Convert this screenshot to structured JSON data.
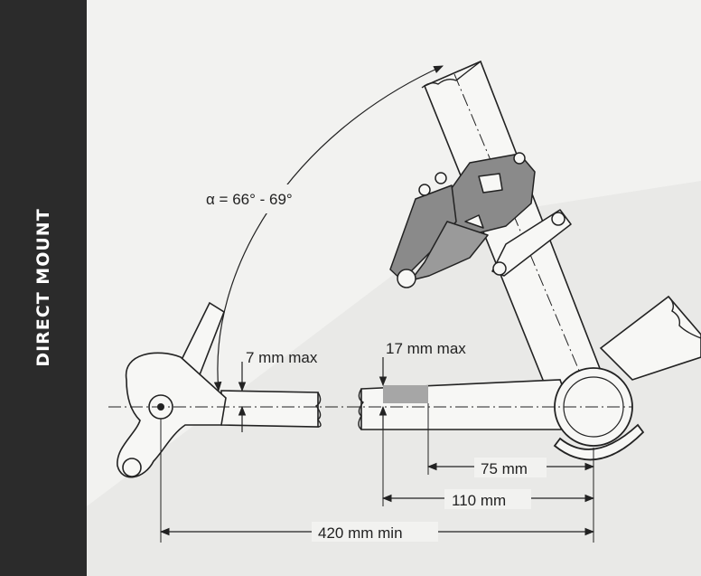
{
  "sidebar": {
    "title": "DIRECT MOUNT"
  },
  "labels": {
    "angle": "α = 66° - 69°",
    "chainstay_clearance": "7 mm max",
    "mount_width": "17 mm max",
    "dim_75": "75 mm",
    "dim_110": "110 mm",
    "dim_420": "420 mm min"
  },
  "colors": {
    "sidebar_bg": "#2b2b2b",
    "sidebar_text": "#ffffff",
    "line": "#222222",
    "derailleur": "#8a8a8a",
    "mount_highlight": "#a6a6a6",
    "background": "#f2f2f0"
  }
}
